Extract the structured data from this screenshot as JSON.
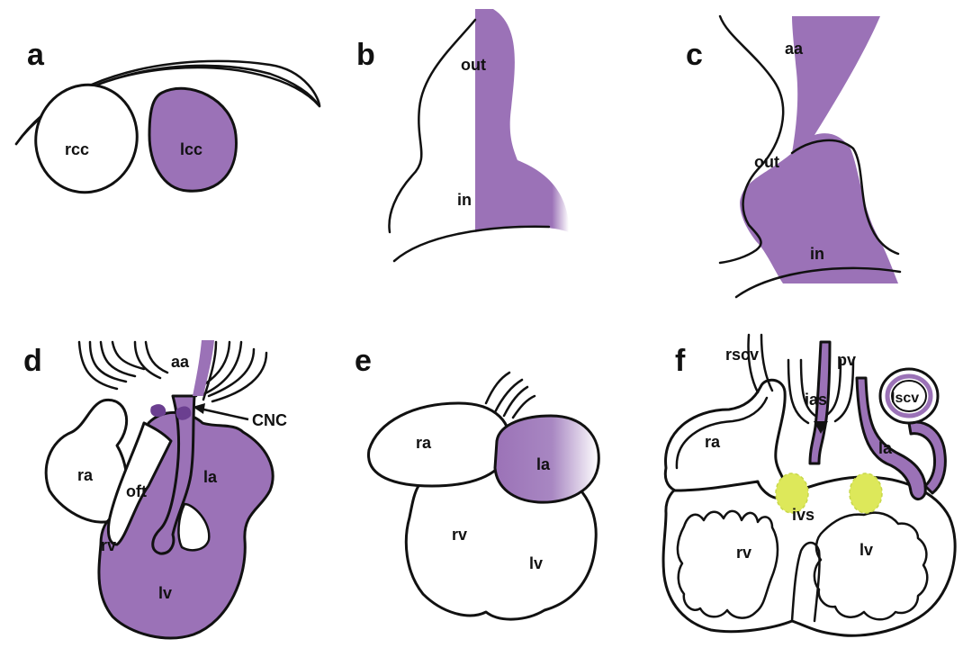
{
  "panels": {
    "a": {
      "letter": "a",
      "labels": {
        "rcc": "rcc",
        "lcc": "lcc"
      }
    },
    "b": {
      "letter": "b",
      "labels": {
        "out": "out",
        "in": "in"
      }
    },
    "c": {
      "letter": "c",
      "labels": {
        "aa": "aa",
        "out": "out",
        "in": "in"
      }
    },
    "d": {
      "letter": "d",
      "labels": {
        "aa": "aa",
        "cnc": "CNC",
        "ra": "ra",
        "oft": "oft",
        "la": "la",
        "rv": "rv",
        "lv": "lv"
      }
    },
    "e": {
      "letter": "e",
      "labels": {
        "ra": "ra",
        "la": "la",
        "rv": "rv",
        "lv": "lv"
      }
    },
    "f": {
      "letter": "f",
      "labels": {
        "rscv": "rscv",
        "pv": "pv",
        "ias": "ias",
        "lscv": "lscv",
        "ra": "ra",
        "la": "la",
        "ivs": "ivs",
        "rv": "rv",
        "lv": "lv"
      }
    }
  },
  "colors": {
    "highlight": "#9b72b7",
    "cushion": "#dde85a",
    "outline": "#111111"
  }
}
